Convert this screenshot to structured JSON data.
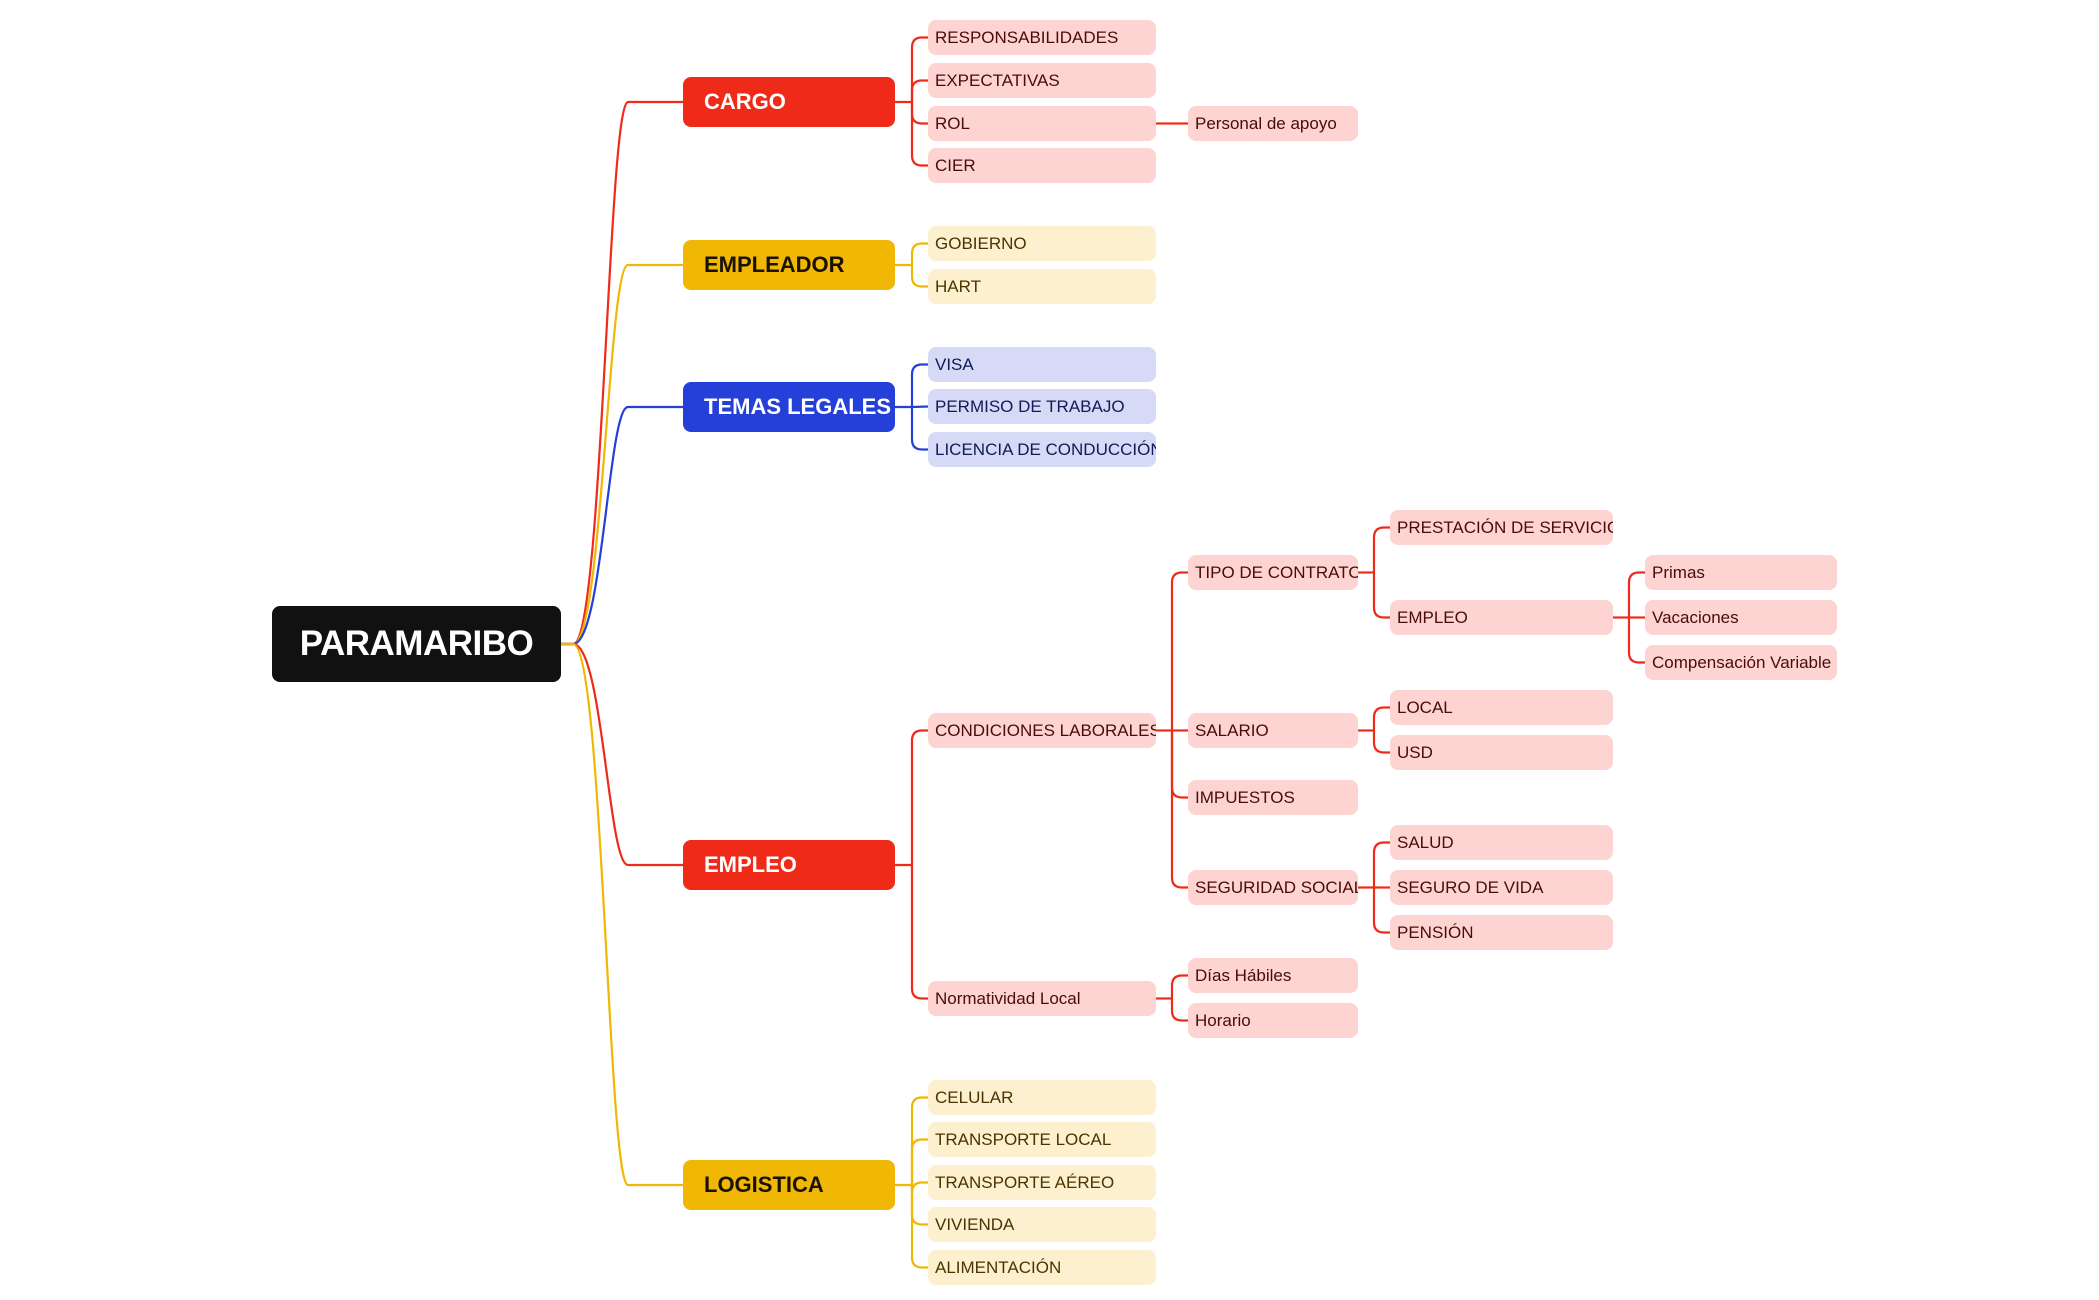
{
  "colors": {
    "root": "#111111",
    "red": "#f02a18",
    "yellow": "#f0b705",
    "blue": "#2440d9",
    "red_light": "#fdd4d2",
    "yellow_light": "#fcf0cf",
    "blue_light": "#d6daf7"
  },
  "mindmap": {
    "root": "PARAMARIBO",
    "branches": {
      "cargo": {
        "label": "CARGO",
        "color": "red",
        "items": {
          "responsabilidades": "RESPONSABILIDADES",
          "expectativas": "EXPECTATIVAS",
          "rol": "ROL",
          "rol_personal": "Personal de apoyo",
          "cier": "CIER"
        }
      },
      "empleador": {
        "label": "EMPLEADOR",
        "color": "yellow",
        "items": {
          "gobierno": "GOBIERNO",
          "hart": "HART"
        }
      },
      "temas_legales": {
        "label": "TEMAS LEGALES",
        "color": "blue",
        "items": {
          "visa": "VISA",
          "permiso": "PERMISO DE TRABAJO",
          "licencia": "LICENCIA DE CONDUCCIÓN"
        }
      },
      "empleo": {
        "label": "EMPLEO",
        "color": "red",
        "items": {
          "condiciones": "CONDICIONES LABORALES",
          "tipo_contrato": "TIPO DE CONTRATO",
          "prestacion": "PRESTACIÓN DE SERVICIOS",
          "empleo_sub": "EMPLEO",
          "primas": "Primas",
          "vacaciones": "Vacaciones",
          "compensacion": "Compensación Variable",
          "salario": "SALARIO",
          "local": "LOCAL",
          "usd": "USD",
          "impuestos": "IMPUESTOS",
          "seguridad_social": "SEGURIDAD SOCIAL",
          "salud": "SALUD",
          "seguro_vida": "SEGURO DE VIDA",
          "pension": "PENSIÓN",
          "normatividad": "Normatividad Local",
          "dias_habiles": "Días Hábiles",
          "horario": "Horario"
        }
      },
      "logistica": {
        "label": "LOGISTICA",
        "color": "yellow",
        "items": {
          "celular": "CELULAR",
          "transporte_local": "TRANSPORTE LOCAL",
          "transporte_aereo": "TRANSPORTE AÉREO",
          "vivienda": "VIVIENDA",
          "alimentacion": "ALIMENTACIÓN"
        }
      }
    }
  }
}
